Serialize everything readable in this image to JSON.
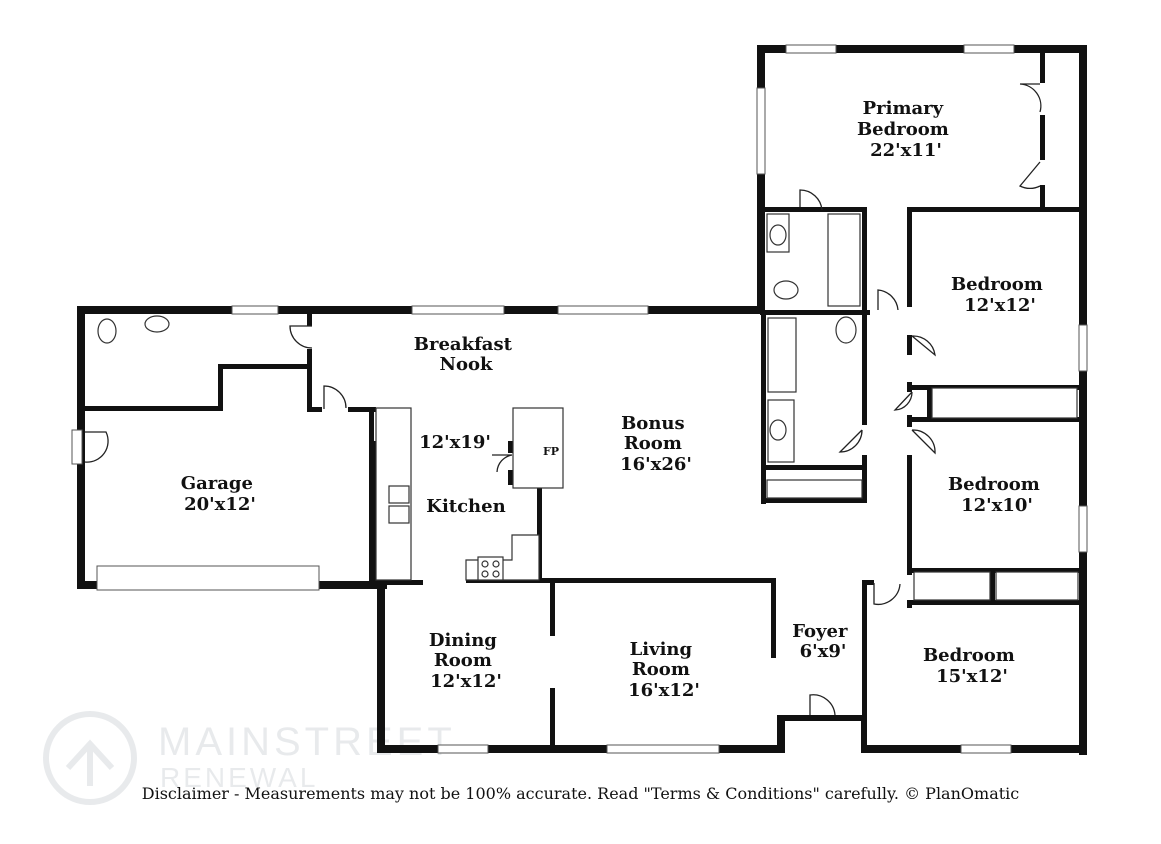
{
  "rooms": [
    {
      "id": "primary",
      "lines": [
        "Primary",
        "Bedroom",
        "22'x11'"
      ]
    },
    {
      "id": "bed1",
      "lines": [
        "Bedroom",
        "12'x12'"
      ]
    },
    {
      "id": "nook",
      "lines": [
        "Breakfast",
        "Nook"
      ]
    },
    {
      "id": "garage",
      "lines": [
        "Garage",
        "20'x12'"
      ]
    },
    {
      "id": "kitchen-dim",
      "lines": [
        "12'x19'"
      ]
    },
    {
      "id": "kitchen",
      "lines": [
        "Kitchen"
      ]
    },
    {
      "id": "bonus",
      "lines": [
        "Bonus",
        "Room",
        "16'x26'"
      ]
    },
    {
      "id": "bed2",
      "lines": [
        "Bedroom",
        "12'x10'"
      ]
    },
    {
      "id": "dining",
      "lines": [
        "Dining",
        "Room",
        "12'x12'"
      ]
    },
    {
      "id": "living",
      "lines": [
        "Living",
        "Room",
        "16'x12'"
      ]
    },
    {
      "id": "foyer",
      "lines": [
        "Foyer",
        "6'x9'"
      ]
    },
    {
      "id": "bed3",
      "lines": [
        "Bedroom",
        "15'x12'"
      ]
    }
  ],
  "fireplace_label": "FP",
  "disclaimer": "Disclaimer - Measurements may not be 100% accurate. Read \"Terms & Conditions\" carefully. © PlanOmatic",
  "watermark": {
    "name": "MAINSTREET",
    "sub": "RENEWAL"
  },
  "colors": {
    "wall": "#111111",
    "background": "#ffffff"
  }
}
